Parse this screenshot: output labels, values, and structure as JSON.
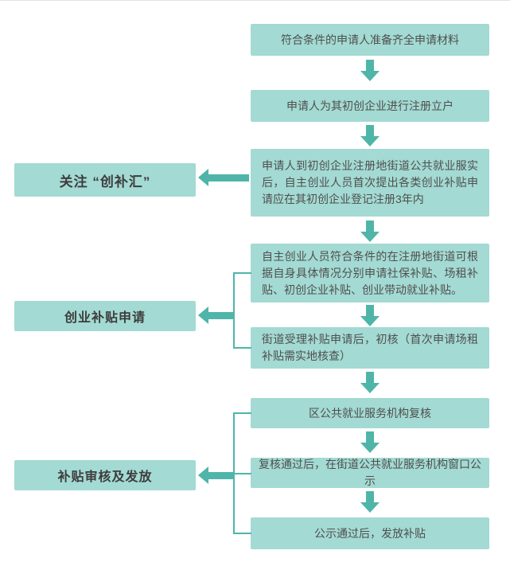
{
  "palette": {
    "box_bg": "#a3dad3",
    "arrow": "#4fb5a9",
    "text": "#4f4f4f",
    "stage_text": "#3d3d3d"
  },
  "stages": [
    {
      "label": "关注 “创补汇”"
    },
    {
      "label": "创业补贴申请"
    },
    {
      "label": "补贴审核及发放"
    }
  ],
  "steps": [
    {
      "text": "符合条件的申请人准备齐全申请材料"
    },
    {
      "text": "申请人为其初创企业进行注册立户"
    },
    {
      "text": "申请人到初创企业注册地街道公共就业服实后，自主创业人员首次提出各类创业补贴申请应在其初创企业登记注册3年内"
    },
    {
      "text": "自主创业人员符合条件的在注册地街道可根据自身具体情况分别申请社保补贴、场租补贴、初创企业补贴、创业带动就业补贴。"
    },
    {
      "text": "街道受理补贴申请后，初核（首次申请场租补贴需实地核查）"
    },
    {
      "text": "区公共就业服务机构复核"
    },
    {
      "text": "复核通过后，在街道公共就业服务机构窗口公示"
    },
    {
      "text": "公示通过后，发放补贴"
    }
  ]
}
